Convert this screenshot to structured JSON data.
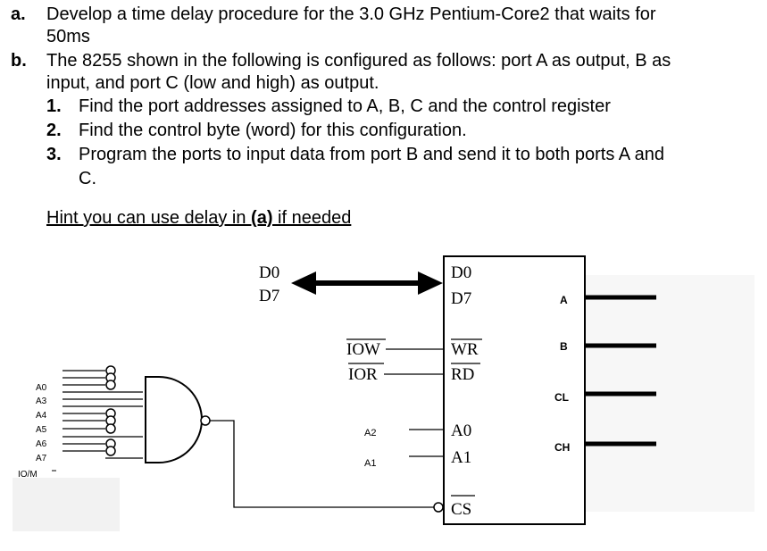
{
  "questions": {
    "a": {
      "label": "a.",
      "line1": "Develop a time delay procedure for the 3.0 GHz Pentium-Core2 that waits for",
      "line2": "50ms"
    },
    "b": {
      "label": "b.",
      "line1": "The 8255 shown in the following is configured as follows: port A as output, B as",
      "line2": "input, and port C (low and high) as output.",
      "items": [
        {
          "num": "1.",
          "text": "Find the port addresses assigned to A, B, C and the control register"
        },
        {
          "num": "2.",
          "text": "Find the control byte (word) for this configuration."
        },
        {
          "num": "3.",
          "text_line1": "Program the ports to input data from port B and send it to both ports A and",
          "text_line2": "C."
        }
      ]
    },
    "hint": {
      "prefix": "Hint you can use delay in ",
      "bold": "(a)",
      "suffix": " if needed"
    }
  },
  "diagram": {
    "bus_left_top": "D0",
    "bus_left_bottom": "D7",
    "bus_right_top": "D0",
    "bus_right_bottom": "D7",
    "iow": "IOW",
    "ior": "IOR",
    "wr": "WR",
    "rd": "RD",
    "a2": "A2",
    "a1_in": "A1",
    "a0_chip": "A0",
    "a1_chip": "A1",
    "cs": "CS",
    "port_a": "A",
    "port_b": "B",
    "port_cl": "CL",
    "port_ch": "CH",
    "addr_inputs": [
      "A0",
      "A3",
      "A4",
      "A5",
      "A6",
      "A7",
      "IO/M"
    ]
  }
}
